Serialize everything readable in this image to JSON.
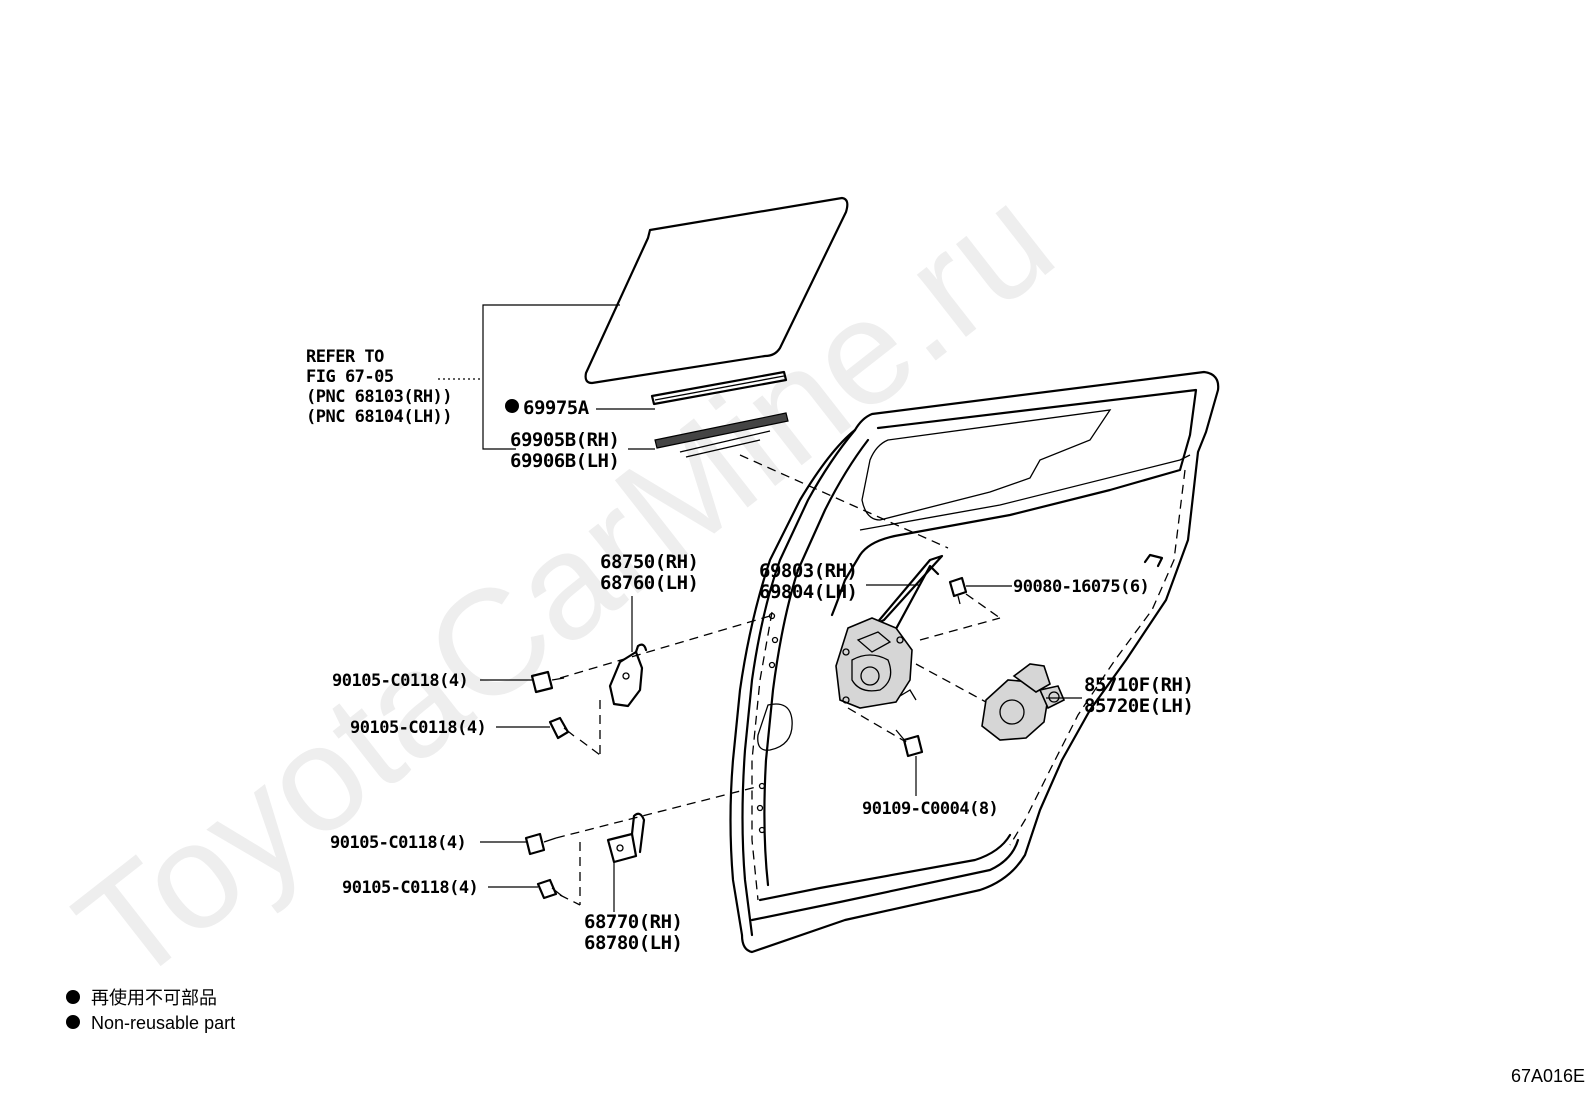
{
  "watermark": "ToyotaCarMine.ru",
  "reference_note": {
    "lines": [
      "REFER TO",
      "FIG 67-05",
      "(PNC 68103(RH))",
      "(PNC 68104(LH))"
    ]
  },
  "labels": {
    "seal_69975a": "69975A",
    "run_69905b": "69905B(RH)",
    "run_69906b": "69906B(LH)",
    "hinge_upper_rh": "68750(RH)",
    "hinge_upper_lh": "68760(LH)",
    "regulator_rh": "69803(RH)",
    "regulator_lh": "69804(LH)",
    "bolt_90080": "90080-16075(6)",
    "motor_rh": "85710F(RH)",
    "motor_lh": "85720E(LH)",
    "bolt_90105_a": "90105-C0118(4)",
    "bolt_90105_b": "90105-C0118(4)",
    "bolt_90105_c": "90105-C0118(4)",
    "bolt_90105_d": "90105-C0118(4)",
    "bolt_90109": "90109-C0004(8)",
    "hinge_lower_rh": "68770(RH)",
    "hinge_lower_lh": "68780(LH)"
  },
  "legend": {
    "jp": "再使用不可部品",
    "en": "Non-reusable part"
  },
  "figure_code": "67A016E"
}
